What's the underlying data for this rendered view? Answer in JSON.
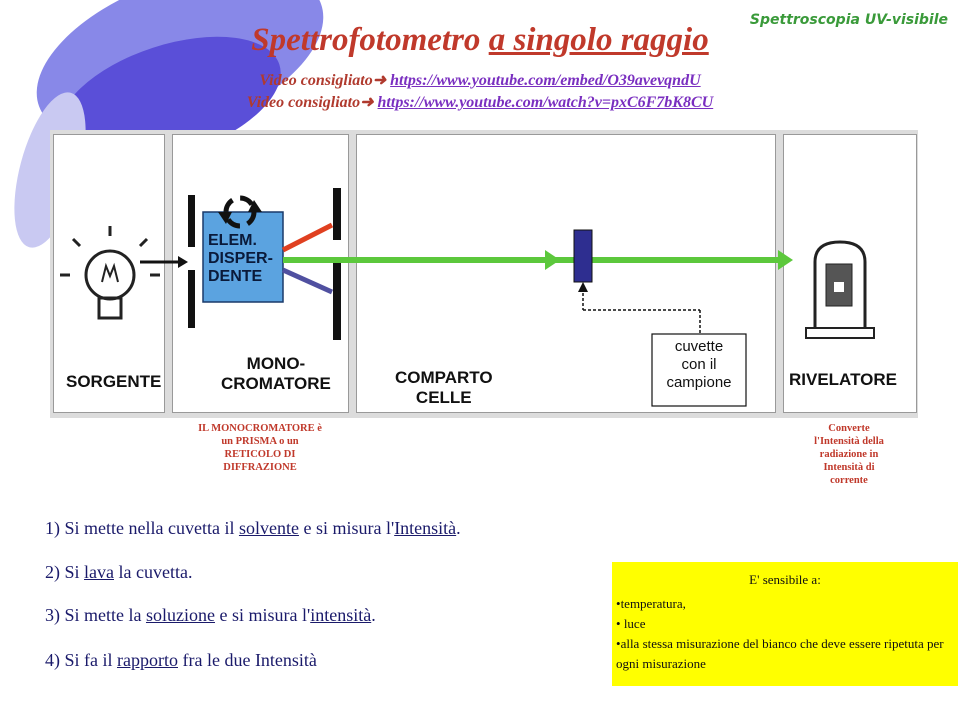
{
  "header_tag": "Spettroscopia UV-visibile",
  "title": {
    "prefix": "Spettrofotometro ",
    "underlined": "a singolo raggio"
  },
  "video_links": [
    {
      "label": "Video consigliato",
      "url": "https://www.youtube.com/embed/O39avevqndU"
    },
    {
      "label": "Video consigliato",
      "url": "https://www.youtube.com/watch?v=pxC6F7bK8CU"
    }
  ],
  "diagram": {
    "sorgente": "SORGENTE",
    "monocromatore": [
      "MONO-",
      "CROMATORE"
    ],
    "elemento": [
      "ELEM.",
      "DISPER-",
      "DENTE"
    ],
    "comparto": [
      "COMPARTO",
      "CELLE"
    ],
    "cuvette": [
      "cuvette",
      "con il",
      "campione"
    ],
    "rivelatore": "RIVELATORE"
  },
  "captions": {
    "monocromatore": [
      "IL MONOCROMATORE è",
      "un PRISMA o un",
      "RETICOLO DI",
      "DIFFRAZIONE"
    ],
    "rivelatore": [
      "Converte",
      "l'Intensità della",
      "radiazione in",
      "Intensità di",
      "corrente"
    ]
  },
  "steps": [
    {
      "pre": "1) Si mette nella cuvetta il ",
      "u1": "solvente",
      "mid": " e si misura l'",
      "u2": "Intensità",
      "post": "."
    },
    {
      "pre": "2)  Si ",
      "u1": "lava",
      "mid": " la cuvetta.",
      "u2": "",
      "post": ""
    },
    {
      "pre": "3) Si mette la ",
      "u1": "soluzione",
      "mid": " e si misura l'",
      "u2": "intensità",
      "post": "."
    },
    {
      "pre": "4) Si fa il ",
      "u1": "rapporto",
      "mid": " fra le due Intensità",
      "u2": "",
      "post": ""
    }
  ],
  "note": {
    "heading": "E' sensibile a:",
    "items": [
      "temperatura,",
      " luce",
      "alla stessa misurazione del bianco che deve essere ripetuta per ogni misurazione"
    ]
  },
  "colors": {
    "title": "#c0392b",
    "green_beam": "#5cc83c",
    "red_beam": "#e04020",
    "blue_beam": "#5050a0",
    "element": "#5ba3e0",
    "note_bg": "#ffff00"
  }
}
